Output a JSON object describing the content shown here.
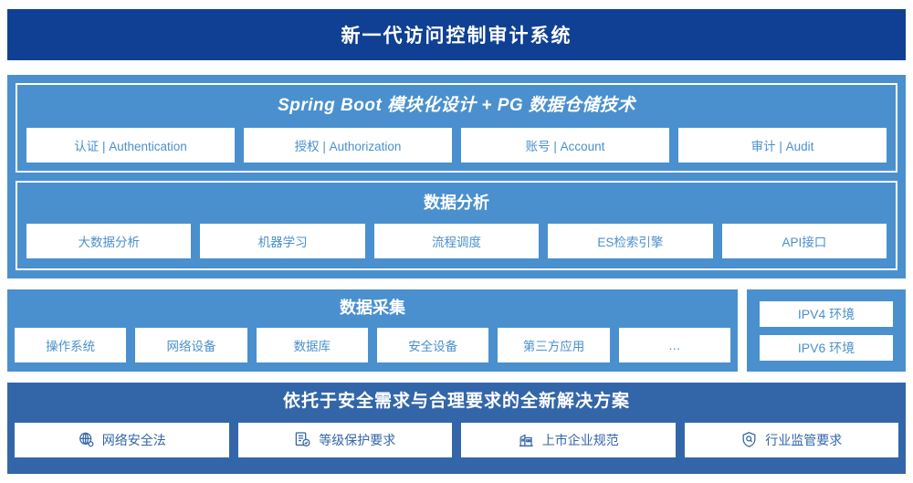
{
  "header": {
    "title": "新一代访问控制审计系统",
    "background": "#0f4094"
  },
  "colors": {
    "panel_light": "#4a90ce",
    "panel_dark": "#3366a8",
    "card_bg": "#ffffff",
    "card_text_light": "#4a90ce",
    "card_text_dark": "#3366a8"
  },
  "sections": {
    "springboot": {
      "title": "Spring Boot 模块化设计 + PG 数据仓储技术",
      "cards": [
        {
          "label": "认证 | Authentication"
        },
        {
          "label": "授权 | Authorization"
        },
        {
          "label": "账号 | Account"
        },
        {
          "label": "审计 | Audit"
        }
      ]
    },
    "analysis": {
      "title": "数据分析",
      "cards": [
        {
          "label": "大数据分析"
        },
        {
          "label": "机器学习"
        },
        {
          "label": "流程调度"
        },
        {
          "label": "ES检索引擎"
        },
        {
          "label": "API接口"
        }
      ]
    },
    "collection": {
      "title": "数据采集",
      "cards": [
        {
          "label": "操作系统"
        },
        {
          "label": "网络设备"
        },
        {
          "label": "数据库"
        },
        {
          "label": "安全设备"
        },
        {
          "label": "第三方应用"
        },
        {
          "label": "…"
        }
      ]
    },
    "environment": {
      "cards": [
        {
          "label": "IPV4 环境"
        },
        {
          "label": "IPV6 环境"
        }
      ]
    },
    "solution": {
      "title": "依托于安全需求与合理要求的全新解决方案",
      "cards": [
        {
          "label": "网络安全法",
          "icon": "globe-icon"
        },
        {
          "label": "等级保护要求",
          "icon": "document-check-icon"
        },
        {
          "label": "上市企业规范",
          "icon": "building-icon"
        },
        {
          "label": "行业监管要求",
          "icon": "shield-search-icon"
        }
      ]
    }
  }
}
